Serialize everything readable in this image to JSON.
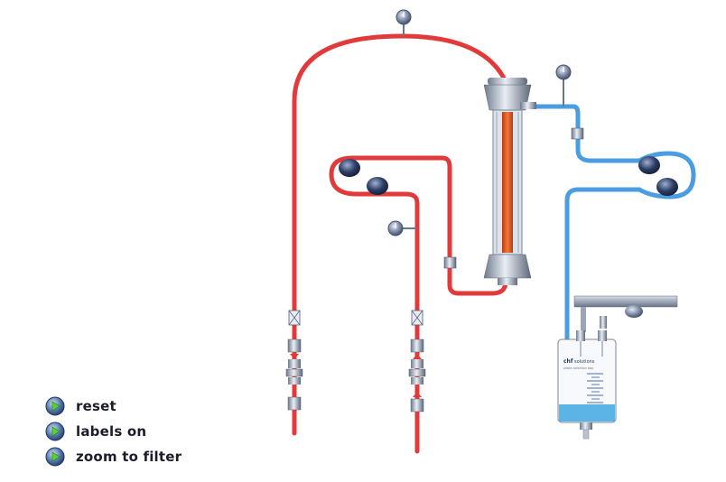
{
  "menu": {
    "items": [
      {
        "label": "reset",
        "icon": "play-icon"
      },
      {
        "label": "labels on",
        "icon": "play-icon"
      },
      {
        "label": "zoom to filter",
        "icon": "play-icon"
      }
    ]
  },
  "bag": {
    "brand": "chf",
    "brand_suffix": "solutions",
    "subtitle": "waste collection bag"
  },
  "colors": {
    "arterial_line": "#e23a3a",
    "venous_line": "#4a9de0",
    "filter_core": "#e8642a",
    "metal": "#8d98a8",
    "menu_text": "#1c1c2a"
  }
}
